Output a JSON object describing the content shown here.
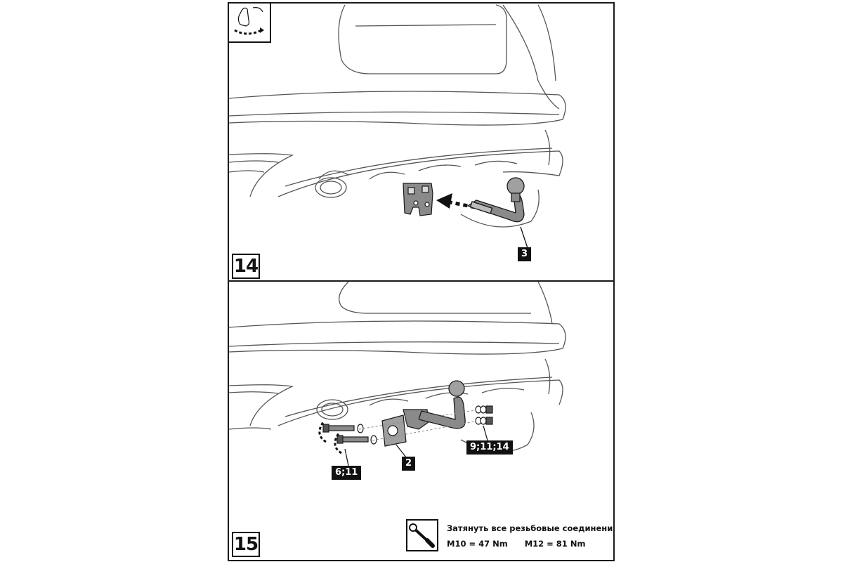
{
  "steps": [
    {
      "number": "14",
      "part_labels": [
        "3"
      ]
    },
    {
      "number": "15",
      "part_labels": [
        "6;11",
        "2",
        "9;11;14"
      ]
    }
  ],
  "torque_note": {
    "title": "Затянуть все резьбовые соединения",
    "m10": "M10 = 47 Nm",
    "m12": "M12 = 81 Nm"
  },
  "icons": [
    "hand-cable-hint-icon",
    "torque-wrench-icon"
  ],
  "colors": {
    "line": "#1a1a1a",
    "part_fill": "#8a8a8a",
    "car_line": "#555555"
  }
}
